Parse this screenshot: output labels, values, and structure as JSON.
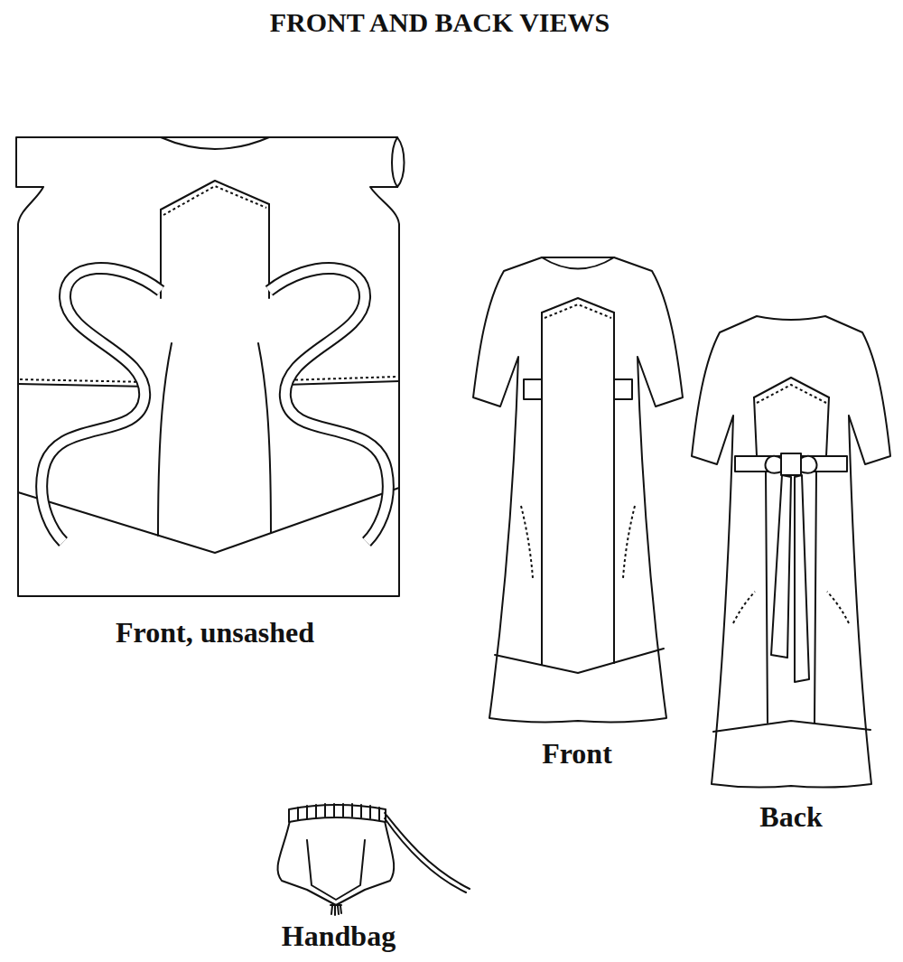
{
  "diagram": {
    "title": "FRONT AND BACK VIEWS",
    "labels": [
      "Front, unsashed",
      "Front",
      "Back",
      "Handbag"
    ]
  }
}
